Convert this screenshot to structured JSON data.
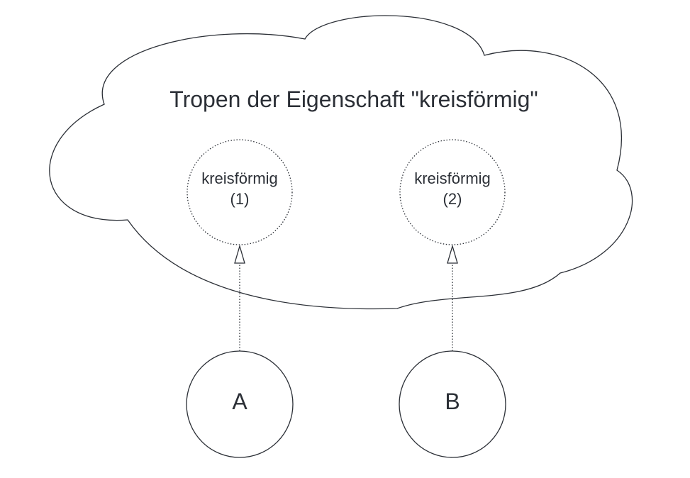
{
  "cloud": {
    "title": "Tropen der Eigenschaft \"kreisförmig\""
  },
  "tropes": [
    {
      "line1": "kreisförmig",
      "line2": "(1)"
    },
    {
      "line1": "kreisförmig",
      "line2": "(2)"
    }
  ],
  "objects": [
    {
      "label": "A"
    },
    {
      "label": "B"
    }
  ],
  "colors": {
    "stroke": "#2b2f36",
    "text": "#2b2f36",
    "background": "#ffffff"
  }
}
